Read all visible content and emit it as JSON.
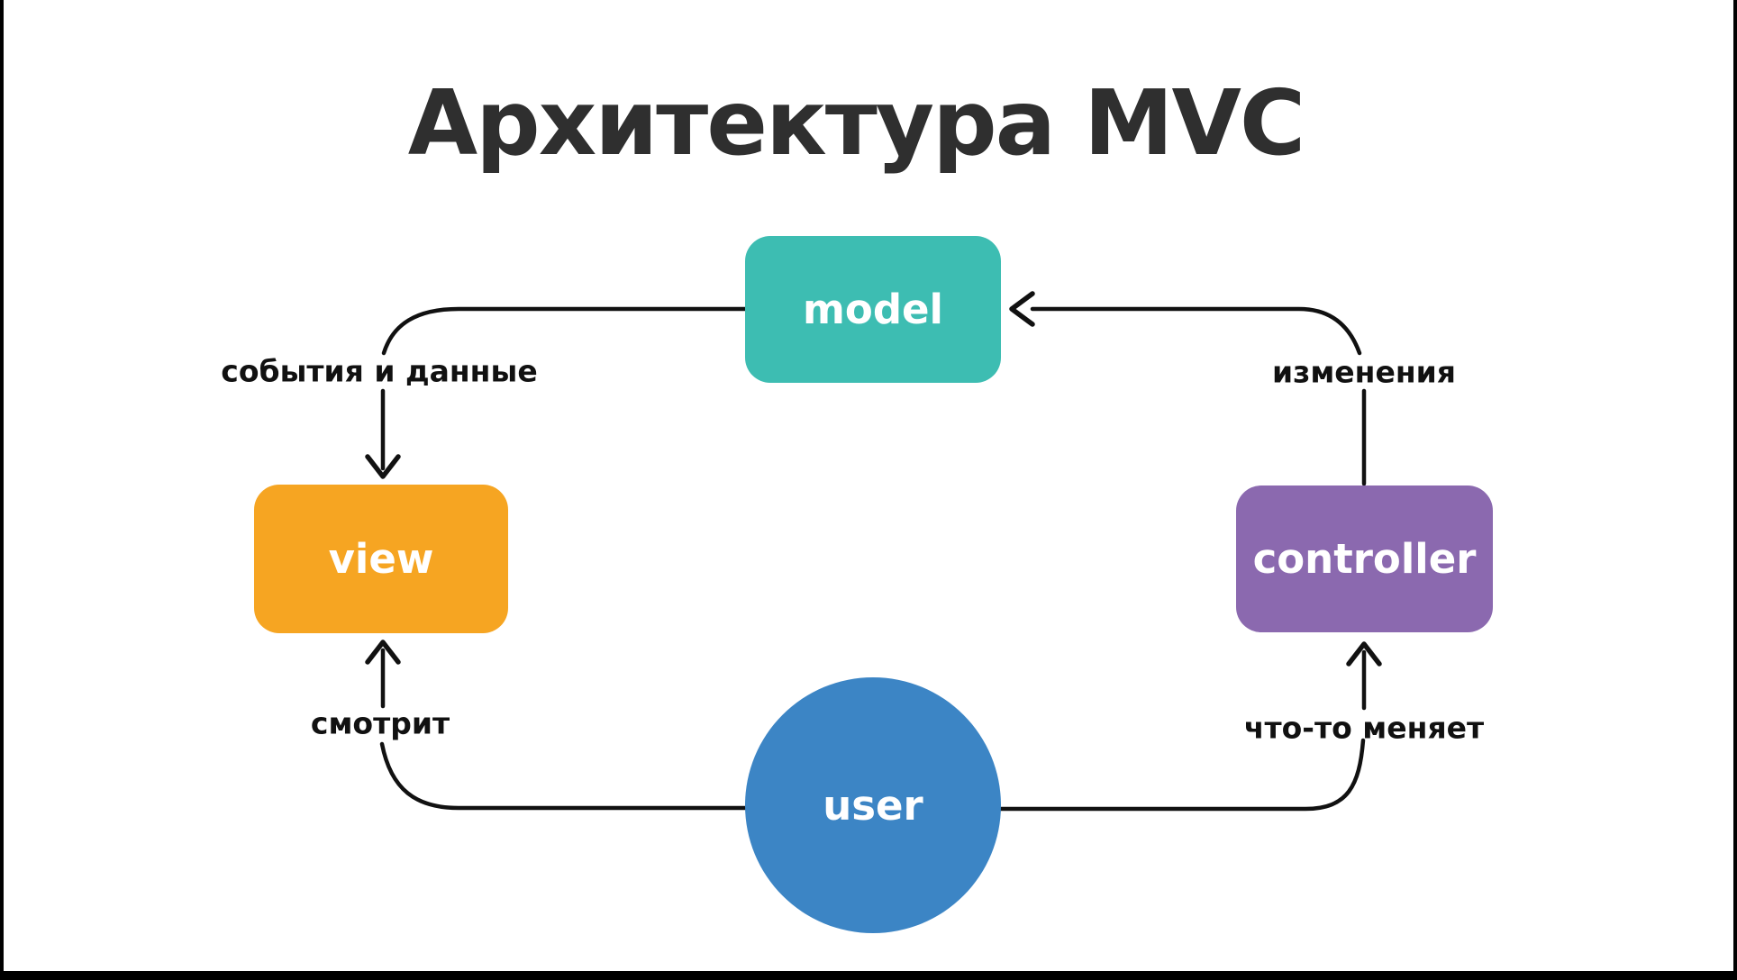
{
  "title": "Архитектура MVC",
  "nodes": {
    "model": {
      "label": "model",
      "color": "#3DBDB2"
    },
    "view": {
      "label": "view",
      "color": "#F6A522"
    },
    "controller": {
      "label": "controller",
      "color": "#8B69AF"
    },
    "user": {
      "label": "user",
      "color": "#3C85C5"
    }
  },
  "edges": [
    {
      "from": "model",
      "to": "view",
      "label": "события и данные"
    },
    {
      "from": "controller",
      "to": "model",
      "label": "изменения"
    },
    {
      "from": "user",
      "to": "view",
      "label": "смотрит"
    },
    {
      "from": "user",
      "to": "controller",
      "label": "что-то меняет"
    }
  ],
  "colors": {
    "line": "#111111",
    "title_text": "#2F2F2F",
    "label_text": "#111111",
    "background": "#FFFFFF",
    "frame": "#000000"
  }
}
